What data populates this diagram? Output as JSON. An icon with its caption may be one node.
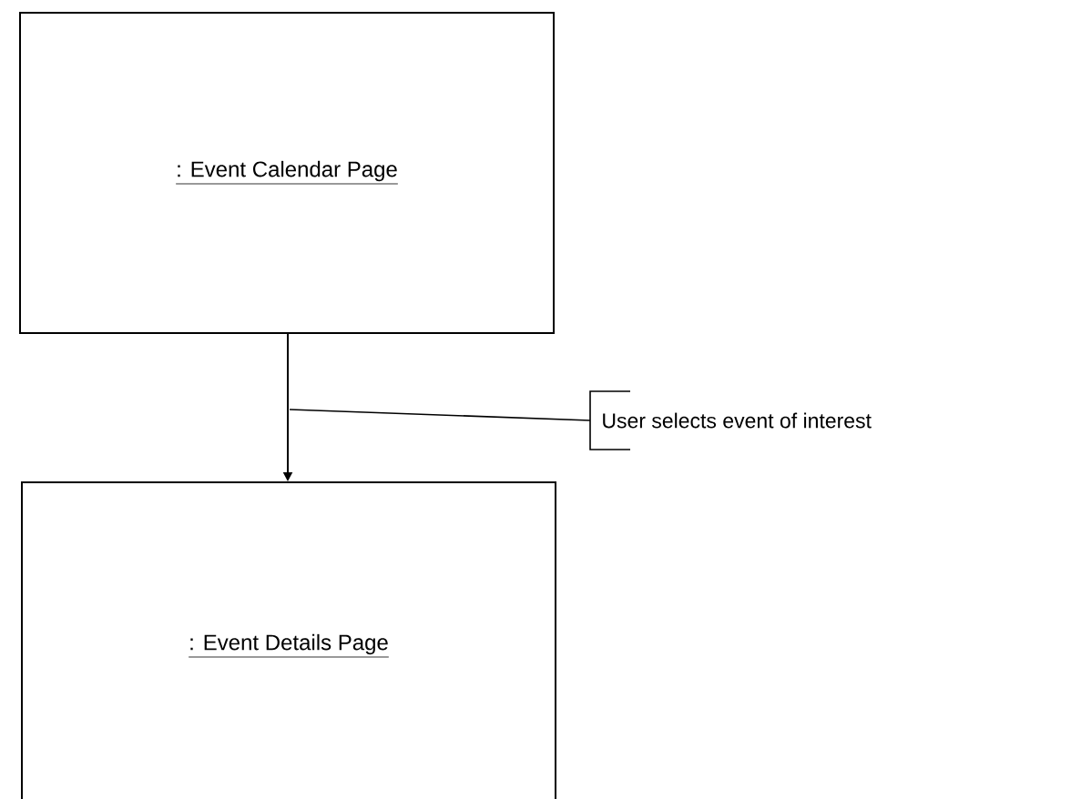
{
  "diagram": {
    "nodes": [
      {
        "text": [
          ": Event Calendar Page"
        ]
      },
      {
        "text": [
          ": Event Details Page"
        ]
      },
      {
        "text": [
          "User selects event of interest"
        ]
      }
    ],
    "edges": [
      {
        "from": 0,
        "to": 1,
        "arrow": "to"
      },
      {
        "from": 2,
        "to": null,
        "arrow": "none"
      }
    ]
  }
}
